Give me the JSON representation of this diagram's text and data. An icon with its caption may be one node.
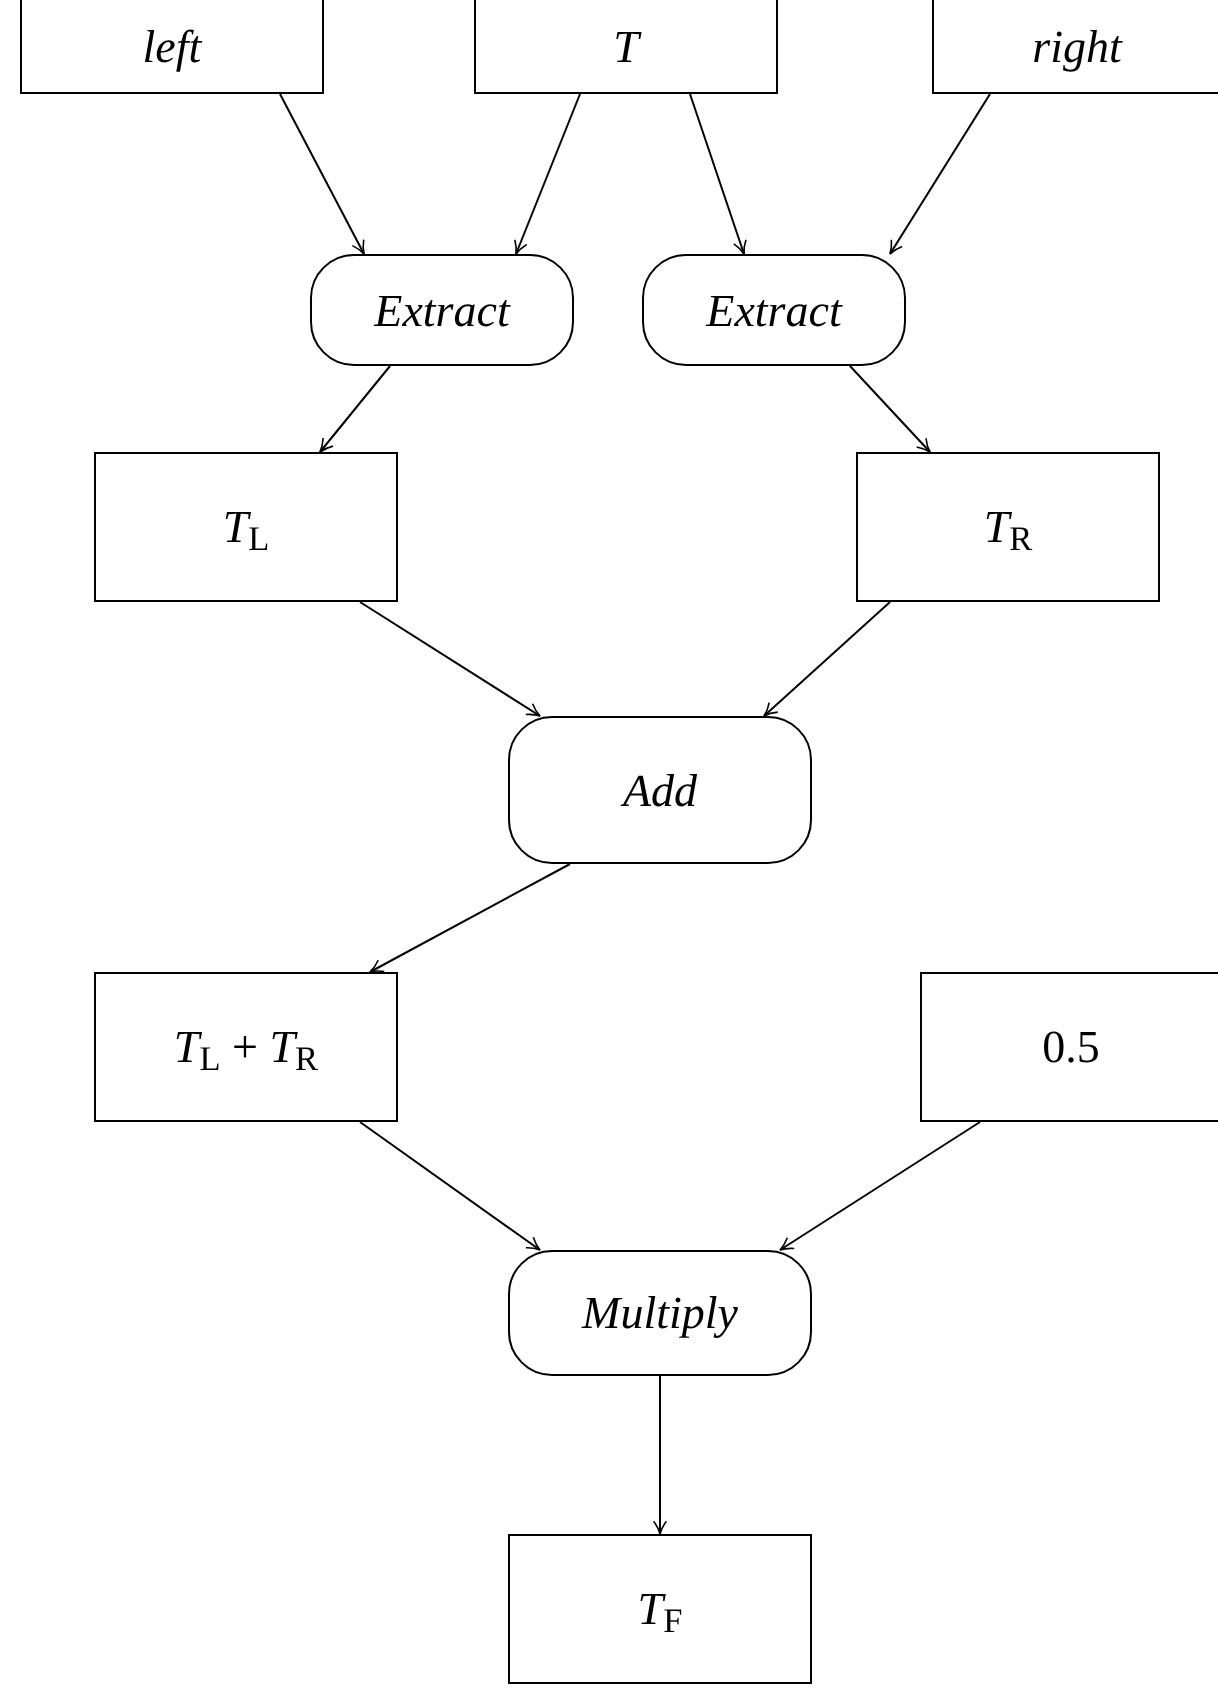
{
  "diagram": {
    "nodes": [
      {
        "text": [
          "*left*"
        ]
      },
      {
        "text": [
          "*T*"
        ]
      },
      {
        "text": [
          "*right*"
        ]
      },
      {
        "text": [
          "*Extract*"
        ]
      },
      {
        "text": [
          "*Extract*"
        ]
      },
      {
        "text": [
          "*T*$_{L}$"
        ]
      },
      {
        "text": [
          "*T*$_{R}$"
        ]
      },
      {
        "text": [
          "*Add*"
        ]
      },
      {
        "text": [
          "*T*$_{L}$ + *T*$_{R}$"
        ]
      },
      {
        "text": [
          "0.5"
        ]
      },
      {
        "text": [
          "*Multiply*"
        ]
      },
      {
        "text": [
          "*T*$_{F}$"
        ]
      }
    ],
    "edges": [
      {
        "from": 0,
        "to": 3,
        "arrow": "to"
      },
      {
        "from": 1,
        "to": 3,
        "arrow": "to"
      },
      {
        "from": 1,
        "to": 4,
        "arrow": "to"
      },
      {
        "from": 2,
        "to": 4,
        "arrow": "to"
      },
      {
        "from": 3,
        "to": 5,
        "arrow": "to"
      },
      {
        "from": 4,
        "to": 6,
        "arrow": "to"
      },
      {
        "from": 5,
        "to": 7,
        "arrow": "to"
      },
      {
        "from": 6,
        "to": 7,
        "arrow": "to"
      },
      {
        "from": 7,
        "to": 8,
        "arrow": "to"
      },
      {
        "from": 8,
        "to": 10,
        "arrow": "to"
      },
      {
        "from": 9,
        "to": 10,
        "arrow": "to"
      },
      {
        "from": 10,
        "to": 11,
        "arrow": "to"
      }
    ]
  }
}
